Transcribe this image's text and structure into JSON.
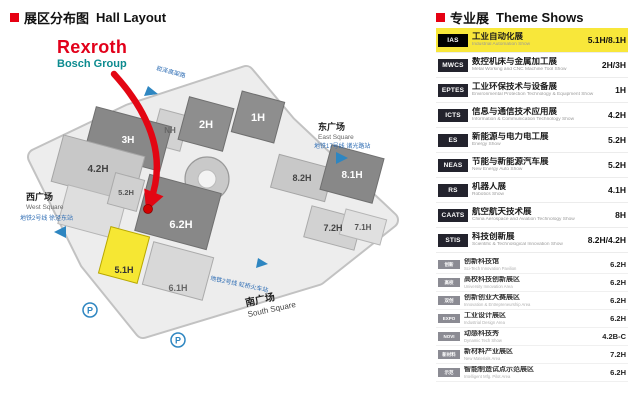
{
  "left": {
    "title": {
      "zh": "展区分布图",
      "en": "Hall Layout"
    },
    "brand": {
      "name": "Rexroth",
      "group": "Bosch Group"
    },
    "map": {
      "halls": [
        {
          "label": "NH"
        },
        {
          "label": "2H"
        },
        {
          "label": "1H"
        },
        {
          "label": "3H"
        },
        {
          "label": "4.2H"
        },
        {
          "label": "8.2H"
        },
        {
          "label": "8.1H"
        },
        {
          "label": "7.2H"
        },
        {
          "label": "7.1H"
        },
        {
          "label": "6.2H"
        },
        {
          "label": "5.2H"
        },
        {
          "label": "5.1H"
        },
        {
          "label": "6.1H"
        }
      ],
      "squares": {
        "east": {
          "zh": "东广场",
          "en": "East Square"
        },
        "west": {
          "zh": "西广场",
          "en": "West Square"
        },
        "south": {
          "zh": "南广场",
          "en": "South Square"
        }
      },
      "transit": [
        {
          "text": "崧泽高架路"
        },
        {
          "text": "地铁17号线 诸光路站"
        },
        {
          "text": "地铁2号线 徐泾东站"
        },
        {
          "text": "地铁2号线 虹桥火车站"
        }
      ],
      "parking_label": "P",
      "highlight_hall": "5.1H"
    }
  },
  "right": {
    "title": {
      "zh": "专业展",
      "en": "Theme Shows"
    },
    "shows": [
      {
        "abbr": "IAS",
        "zh": "工业自动化展",
        "en": "Industrial Automation Show",
        "hall": "5.1H/8.1H",
        "highlight": true
      },
      {
        "abbr": "MWCS",
        "zh": "数控机床与金属加工展",
        "en": "Metal Working and CNC Machine Tool Show",
        "hall": "2H/3H"
      },
      {
        "abbr": "EPTES",
        "zh": "工业环保技术与设备展",
        "en": "Environmental Protection Technology & Equipment Show",
        "hall": "1H"
      },
      {
        "abbr": "ICTS",
        "zh": "信息与通信技术应用展",
        "en": "Information & Communication Technology Show",
        "hall": "4.2H"
      },
      {
        "abbr": "ES",
        "zh": "新能源与电力电工展",
        "en": "Energy Show",
        "hall": "5.2H"
      },
      {
        "abbr": "NEAS",
        "zh": "节能与新能源汽车展",
        "en": "New Energy Auto Show",
        "hall": "5.2H"
      },
      {
        "abbr": "RS",
        "zh": "机器人展",
        "en": "Robotics Show",
        "hall": "4.1H"
      },
      {
        "abbr": "CAATS",
        "zh": "航空航天技术展",
        "en": "China Aerospace and Aviation Technology Show",
        "hall": "8H"
      },
      {
        "abbr": "STIS",
        "zh": "科技创新展",
        "en": "Scientific & Technological Innovation Show",
        "hall": "8.2H/4.2H"
      }
    ],
    "zones": [
      {
        "abbr": "创新",
        "zh": "创新科技馆",
        "en": "Sci-Tech Innovation Pavilion",
        "hall": "6.2H"
      },
      {
        "abbr": "高校",
        "zh": "高校科技创新展区",
        "en": "University Innovation Area",
        "hall": "6.2H"
      },
      {
        "abbr": "双创",
        "zh": "创新创业大赛展区",
        "en": "Innovation & Entrepreneurship Area",
        "hall": "6.2H"
      },
      {
        "abbr": "EXPO",
        "zh": "工业设计展区",
        "en": "Industrial Design Area",
        "hall": "6.2H"
      },
      {
        "abbr": "NOVI",
        "zh": "动感科技秀",
        "en": "Dynamic Tech Show",
        "hall": "4.2B-C"
      },
      {
        "abbr": "新材料",
        "zh": "新材料产业展区",
        "en": "New Materials Area",
        "hall": "7.2H"
      },
      {
        "abbr": "示范",
        "zh": "智能制造试点示范展区",
        "en": "Intelligent Mfg. Pilot Area",
        "hall": "6.2H"
      }
    ]
  },
  "colors": {
    "accent_red": "#e60012",
    "brand_red": "#e2001a",
    "bosch_teal": "#0c8b8f",
    "highlight_yellow": "#f8e73a",
    "arrow_red": "#e30613",
    "transit_blue": "#2e6db4",
    "hall_dark": "#8a8a8a",
    "hall_light": "#cccccc"
  }
}
